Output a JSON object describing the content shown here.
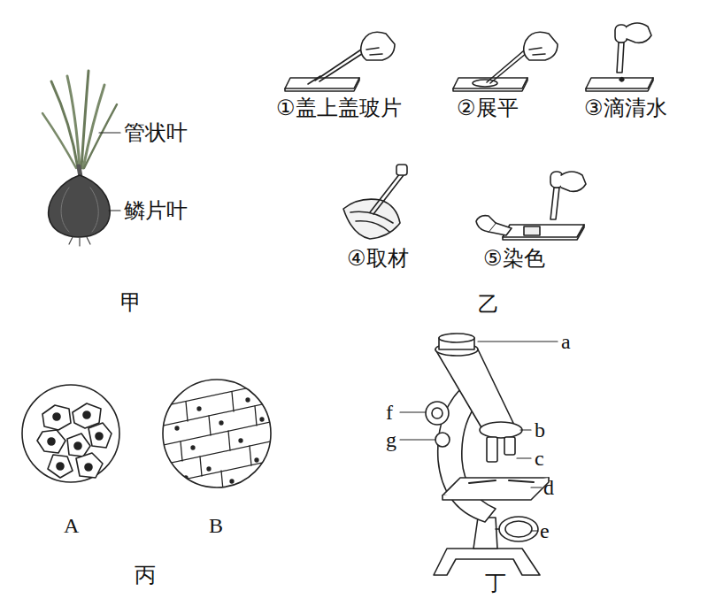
{
  "diagram": {
    "labels": [
      "管状叶",
      "鳞片叶",
      "甲",
      "①盖上盖玻片",
      "②展平",
      "③滴清水",
      "④取材",
      "⑤染色",
      "乙",
      "A",
      "B",
      "丙",
      "a",
      "b",
      "c",
      "d",
      "e",
      "f",
      "g",
      "丁"
    ]
  }
}
